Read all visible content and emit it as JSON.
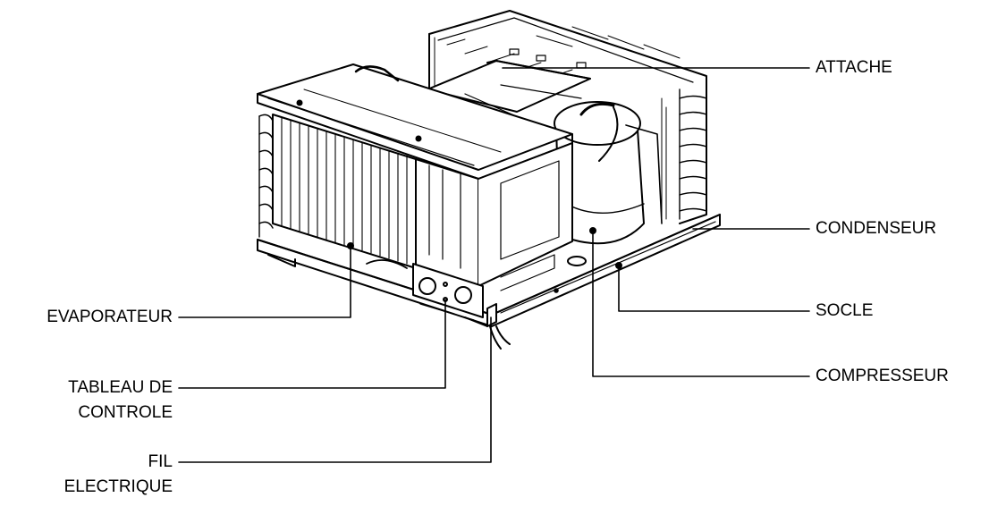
{
  "labels": {
    "attache": "ATTACHE",
    "condenseur": "CONDENSEUR",
    "socle": "SOCLE",
    "compresseur": "COMPRESSEUR",
    "evaporateur": "EVAPORATEUR",
    "tableau_line1": "TABLEAU DE",
    "tableau_line2": "CONTROLE",
    "fil_line1": "FIL",
    "fil_line2": "ELECTRIQUE"
  }
}
